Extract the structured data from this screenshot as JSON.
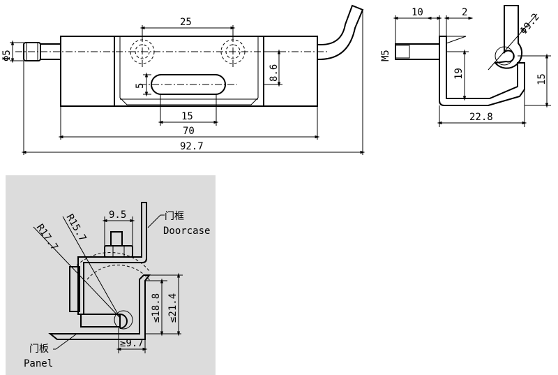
{
  "front_view": {
    "dim_hole_spacing": "25",
    "dim_pin_diameter": "Φ5",
    "dim_slot_height": "5",
    "dim_slot_offset": "8.6",
    "dim_slot_length": "15",
    "dim_body_length": "70",
    "dim_overall_length": "92.7"
  },
  "side_view": {
    "dim_pin_length": "10",
    "dim_plate_thickness": "2",
    "dim_eye_diameter": "Φ9.2",
    "dim_thread": "M5",
    "dim_height_19": "19",
    "dim_height_15": "15",
    "dim_depth": "22.8"
  },
  "install_view": {
    "dim_nut_offset": "9.5",
    "dim_r157": "R15.7",
    "dim_r177": "R17.7",
    "label_doorcase_cn": "门框",
    "label_doorcase_en": "Doorcase",
    "label_panel_cn": "门板",
    "label_panel_en": "Panel",
    "dim_le_188": "≤18.8",
    "dim_le_214": "≤21.4",
    "dim_ge_97": "≥9.7",
    "panel_background": "#dcdcdc"
  }
}
